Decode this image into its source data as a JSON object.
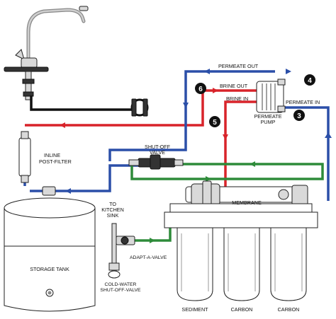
{
  "labels": {
    "permeate_out": "PERMEATE OUT",
    "brine_out": "BRINE OUT",
    "brine_in": "BRINE IN",
    "permeate_in": "PERMEATE IN",
    "permeate_pump_line1": "PERMEATE",
    "permeate_pump_line2": "PUMP",
    "shutoff_valve_line1": "SHUT-OFF",
    "shutoff_valve_line2": "VALVE",
    "inline_postfilter_line1": "INLINE",
    "inline_postfilter_line2": "POST-FILTER",
    "to_kitchen_sink_line1": "TO",
    "to_kitchen_sink_line2": "KITCHEN",
    "to_kitchen_sink_line3": "SINK",
    "adapt_a_valve": "ADAPT-A-VALVE",
    "cold_water_line1": "COLD-WATER",
    "cold_water_line2": "SHUT-OFF-VALVE",
    "membrane": "MEMBRANE",
    "storage_tank": "STORAGE TANK",
    "sediment": "SEDIMENT",
    "carbon_1": "CARBON",
    "carbon_2": "CARBON"
  },
  "badges": [
    "3",
    "4",
    "5",
    "6"
  ],
  "colors": {
    "blue_line": "#2b4fa8",
    "red_line": "#d8232a",
    "green_line": "#2e8b3a",
    "black_line": "#111111",
    "badge_fill": "#111111"
  },
  "icons": [
    "faucet-icon",
    "drain-saddle-icon",
    "permeate-pump-icon",
    "shutoff-valve-icon",
    "postfilter-icon",
    "storage-tank-icon",
    "membrane-housing-icon",
    "filter-housing-icon",
    "adapt-a-valve-icon",
    "cold-water-valve-icon"
  ]
}
